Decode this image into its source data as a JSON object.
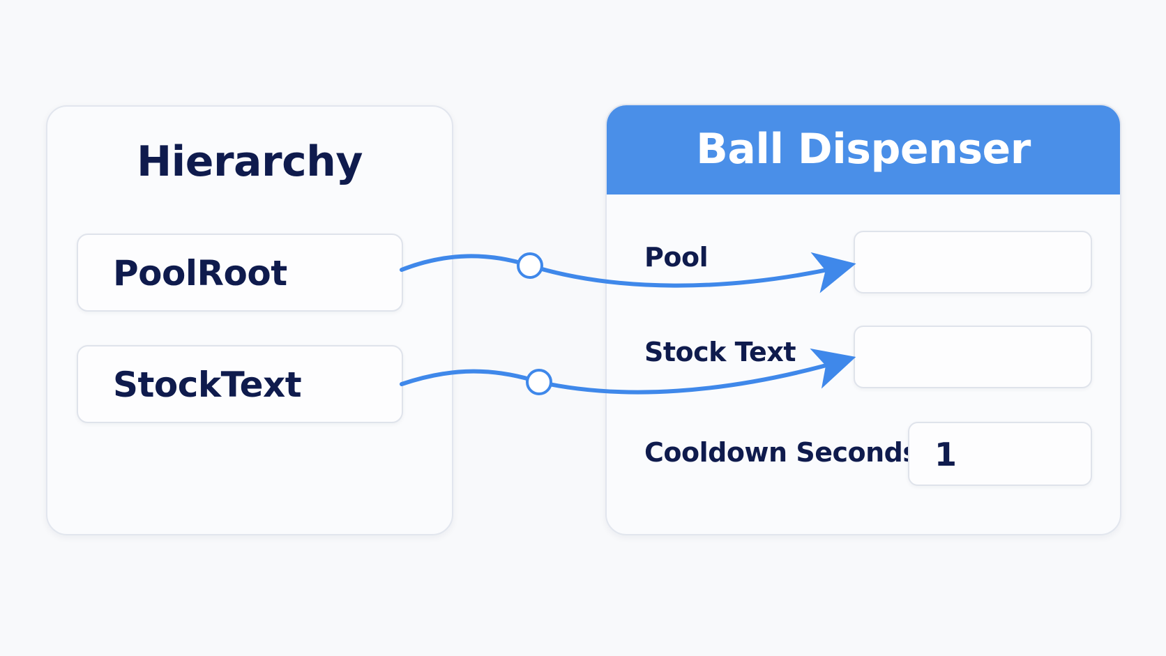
{
  "hierarchy": {
    "title": "Hierarchy",
    "items": [
      {
        "label": "PoolRoot"
      },
      {
        "label": "StockText"
      }
    ]
  },
  "component": {
    "title": "Ball Dispenser",
    "fields": [
      {
        "label": "Pool",
        "value": ""
      },
      {
        "label": "Stock Text",
        "value": ""
      },
      {
        "label": "Cooldown Seconds",
        "value": "1"
      }
    ]
  },
  "colors": {
    "accent": "#4a8fe8",
    "text": "#0f1b4d",
    "background": "#f8f9fb",
    "connector": "#3f88ea"
  }
}
